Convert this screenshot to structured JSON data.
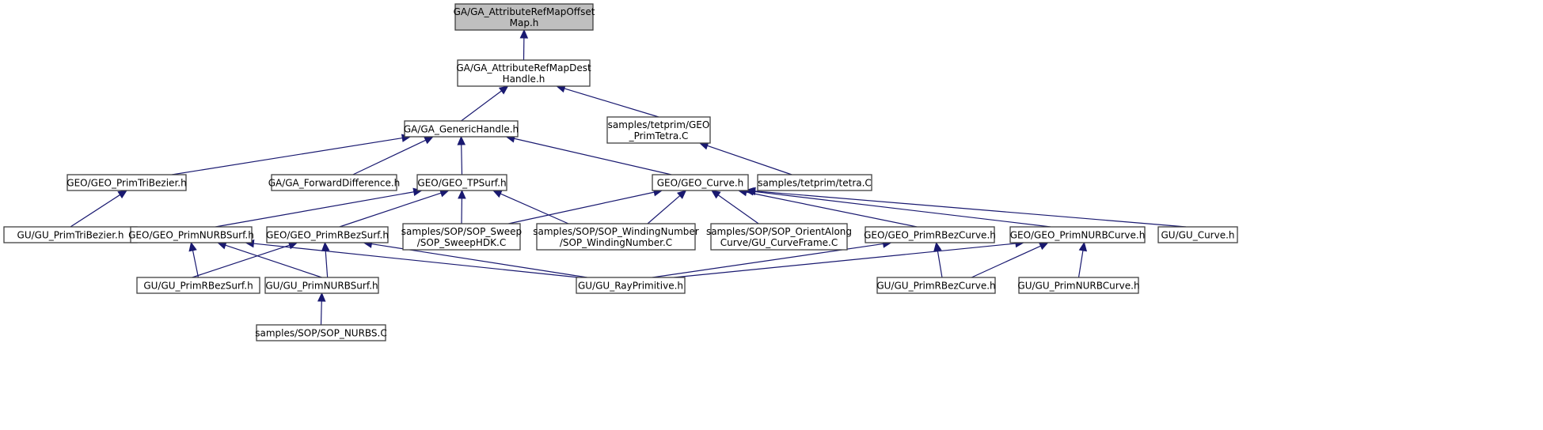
{
  "title": "Include dependency graph for GA/GA_AttributeRefMapOffsetMap.h",
  "colors": {
    "edge": "#191970",
    "root_fill": "#bfbfbf",
    "node_fill": "#ffffff",
    "node_border": "#404040"
  },
  "nodes": [
    {
      "id": "n0",
      "lines": [
        "GA/GA_AttributeRefMapOffset",
        "Map.h"
      ],
      "root": true
    },
    {
      "id": "n1",
      "lines": [
        "GA/GA_AttributeRefMapDest",
        "Handle.h"
      ]
    },
    {
      "id": "n2",
      "lines": [
        "GA/GA_GenericHandle.h"
      ]
    },
    {
      "id": "n3",
      "lines": [
        "samples/tetprim/GEO",
        "_PrimTetra.C"
      ]
    },
    {
      "id": "n4",
      "lines": [
        "GEO/GEO_PrimTriBezier.h"
      ]
    },
    {
      "id": "n5",
      "lines": [
        "GA/GA_ForwardDifference.h"
      ]
    },
    {
      "id": "n6",
      "lines": [
        "GEO/GEO_TPSurf.h"
      ]
    },
    {
      "id": "n7",
      "lines": [
        "GEO/GEO_Curve.h"
      ]
    },
    {
      "id": "n8",
      "lines": [
        "samples/tetprim/tetra.C"
      ]
    },
    {
      "id": "n9",
      "lines": [
        "GU/GU_PrimTriBezier.h"
      ]
    },
    {
      "id": "n10",
      "lines": [
        "GEO/GEO_PrimNURBSurf.h"
      ]
    },
    {
      "id": "n11",
      "lines": [
        "GEO/GEO_PrimRBezSurf.h"
      ]
    },
    {
      "id": "n12",
      "lines": [
        "samples/SOP/SOP_Sweep",
        "/SOP_SweepHDK.C"
      ]
    },
    {
      "id": "n13",
      "lines": [
        "samples/SOP/SOP_WindingNumber",
        "/SOP_WindingNumber.C"
      ]
    },
    {
      "id": "n14",
      "lines": [
        "samples/SOP/SOP_OrientAlong",
        "Curve/GU_CurveFrame.C"
      ]
    },
    {
      "id": "n15",
      "lines": [
        "GEO/GEO_PrimRBezCurve.h"
      ]
    },
    {
      "id": "n16",
      "lines": [
        "GEO/GEO_PrimNURBCurve.h"
      ]
    },
    {
      "id": "n17",
      "lines": [
        "GU/GU_Curve.h"
      ]
    },
    {
      "id": "n18",
      "lines": [
        "GU/GU_PrimRBezSurf.h"
      ]
    },
    {
      "id": "n19",
      "lines": [
        "GU/GU_PrimNURBSurf.h"
      ]
    },
    {
      "id": "n20",
      "lines": [
        "GU/GU_RayPrimitive.h"
      ]
    },
    {
      "id": "n21",
      "lines": [
        "GU/GU_PrimRBezCurve.h"
      ]
    },
    {
      "id": "n22",
      "lines": [
        "GU/GU_PrimNURBCurve.h"
      ]
    },
    {
      "id": "n23",
      "lines": [
        "samples/SOP/SOP_NURBS.C"
      ]
    }
  ],
  "edges": [
    {
      "from": "n1",
      "to": "n0"
    },
    {
      "from": "n2",
      "to": "n1"
    },
    {
      "from": "n3",
      "to": "n1"
    },
    {
      "from": "n4",
      "to": "n2"
    },
    {
      "from": "n5",
      "to": "n2"
    },
    {
      "from": "n6",
      "to": "n2"
    },
    {
      "from": "n7",
      "to": "n2"
    },
    {
      "from": "n8",
      "to": "n3"
    },
    {
      "from": "n9",
      "to": "n4"
    },
    {
      "from": "n10",
      "to": "n6"
    },
    {
      "from": "n11",
      "to": "n6"
    },
    {
      "from": "n12",
      "to": "n6"
    },
    {
      "from": "n13",
      "to": "n6"
    },
    {
      "from": "n12",
      "to": "n7"
    },
    {
      "from": "n13",
      "to": "n7"
    },
    {
      "from": "n14",
      "to": "n7"
    },
    {
      "from": "n15",
      "to": "n7"
    },
    {
      "from": "n16",
      "to": "n7"
    },
    {
      "from": "n17",
      "to": "n7"
    },
    {
      "from": "n18",
      "to": "n10"
    },
    {
      "from": "n19",
      "to": "n10"
    },
    {
      "from": "n20",
      "to": "n10"
    },
    {
      "from": "n18",
      "to": "n11"
    },
    {
      "from": "n19",
      "to": "n11"
    },
    {
      "from": "n20",
      "to": "n11"
    },
    {
      "from": "n23",
      "to": "n19"
    },
    {
      "from": "n20",
      "to": "n15"
    },
    {
      "from": "n21",
      "to": "n15"
    },
    {
      "from": "n20",
      "to": "n16"
    },
    {
      "from": "n21",
      "to": "n16"
    },
    {
      "from": "n22",
      "to": "n16"
    }
  ]
}
